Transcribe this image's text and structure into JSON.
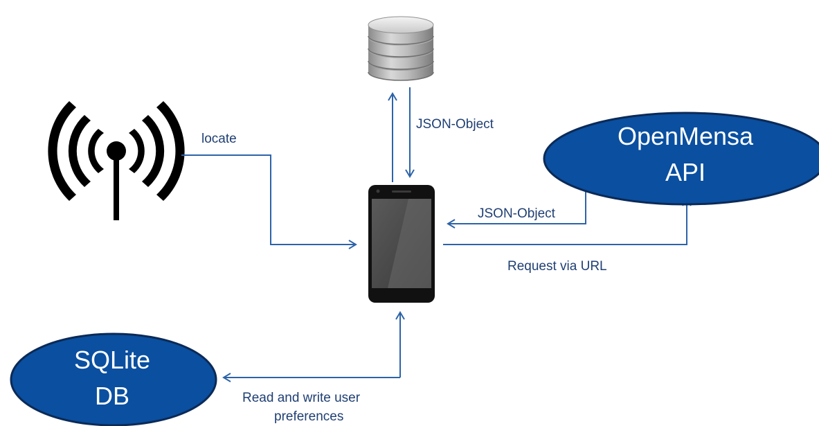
{
  "nodes": {
    "openmensa": {
      "line1": "OpenMensa",
      "line2": "API"
    },
    "sqlite": {
      "line1": "SQLite",
      "line2": "DB"
    }
  },
  "edges": {
    "locate": "locate",
    "server_json": "JSON-Object",
    "api_json": "JSON-Object",
    "request_url": "Request via URL",
    "read_write_line1": "Read and write user",
    "read_write_line2": "preferences"
  },
  "icons": {
    "server": "database-server-icon",
    "antenna": "wireless-antenna-icon",
    "phone": "smartphone-icon"
  },
  "colors": {
    "node_fill": "#0a4fa0",
    "node_stroke": "#0b2a57",
    "arrow": "#2d63a8",
    "label_text": "#1f3f73"
  }
}
